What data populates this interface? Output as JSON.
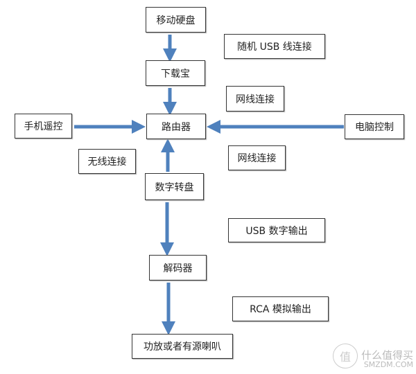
{
  "nodes": {
    "hdd": "移动硬盘",
    "download_box": "下载宝",
    "router": "路由器",
    "phone": "手机遥控",
    "pc": "电脑控制",
    "turntable": "数字转盘",
    "decoder": "解码器",
    "amp": "功放或者有源喇叭"
  },
  "labels": {
    "usb_cable": "随机 USB 线连接",
    "lan1": "网线连接",
    "lan2": "网线连接",
    "wireless": "无线连接",
    "usb_digital": "USB 数字输出",
    "rca_analog": "RCA 模拟输出"
  },
  "watermark": {
    "logo": "值",
    "line1": "什么值得买",
    "line2": "SMZDM.COM"
  },
  "colors": {
    "arrow": "#4f81bd"
  }
}
